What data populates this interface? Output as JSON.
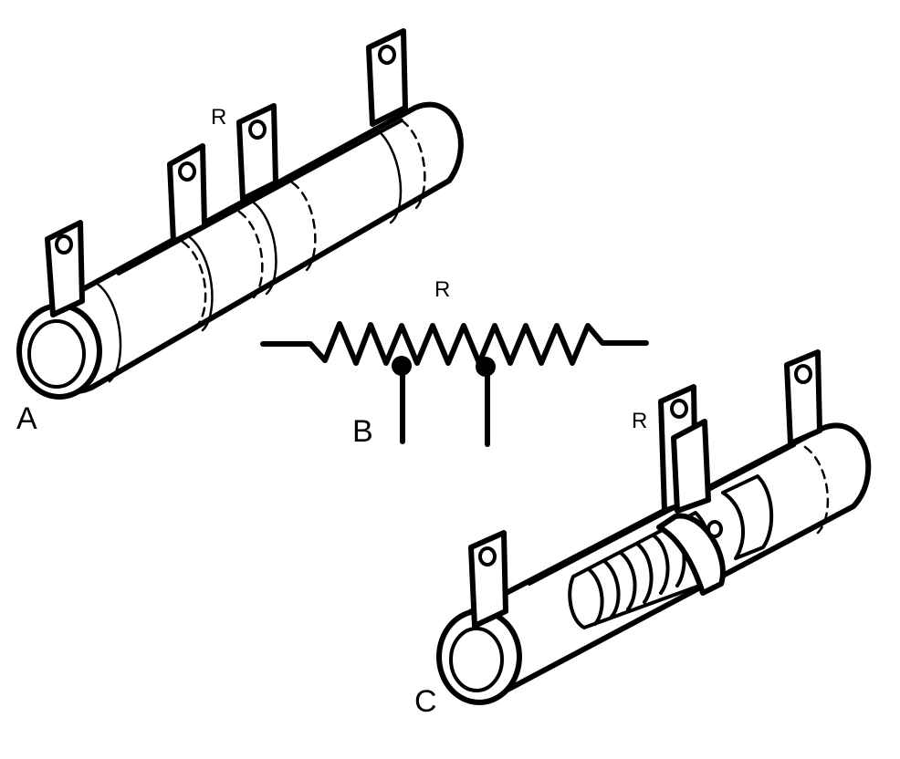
{
  "labels": {
    "part_a": "A",
    "part_b": "B",
    "part_c": "C",
    "r_a": "R",
    "r_b": "R",
    "r_c": "R"
  },
  "colors": {
    "ink": "#000000",
    "paper": "#ffffff"
  }
}
